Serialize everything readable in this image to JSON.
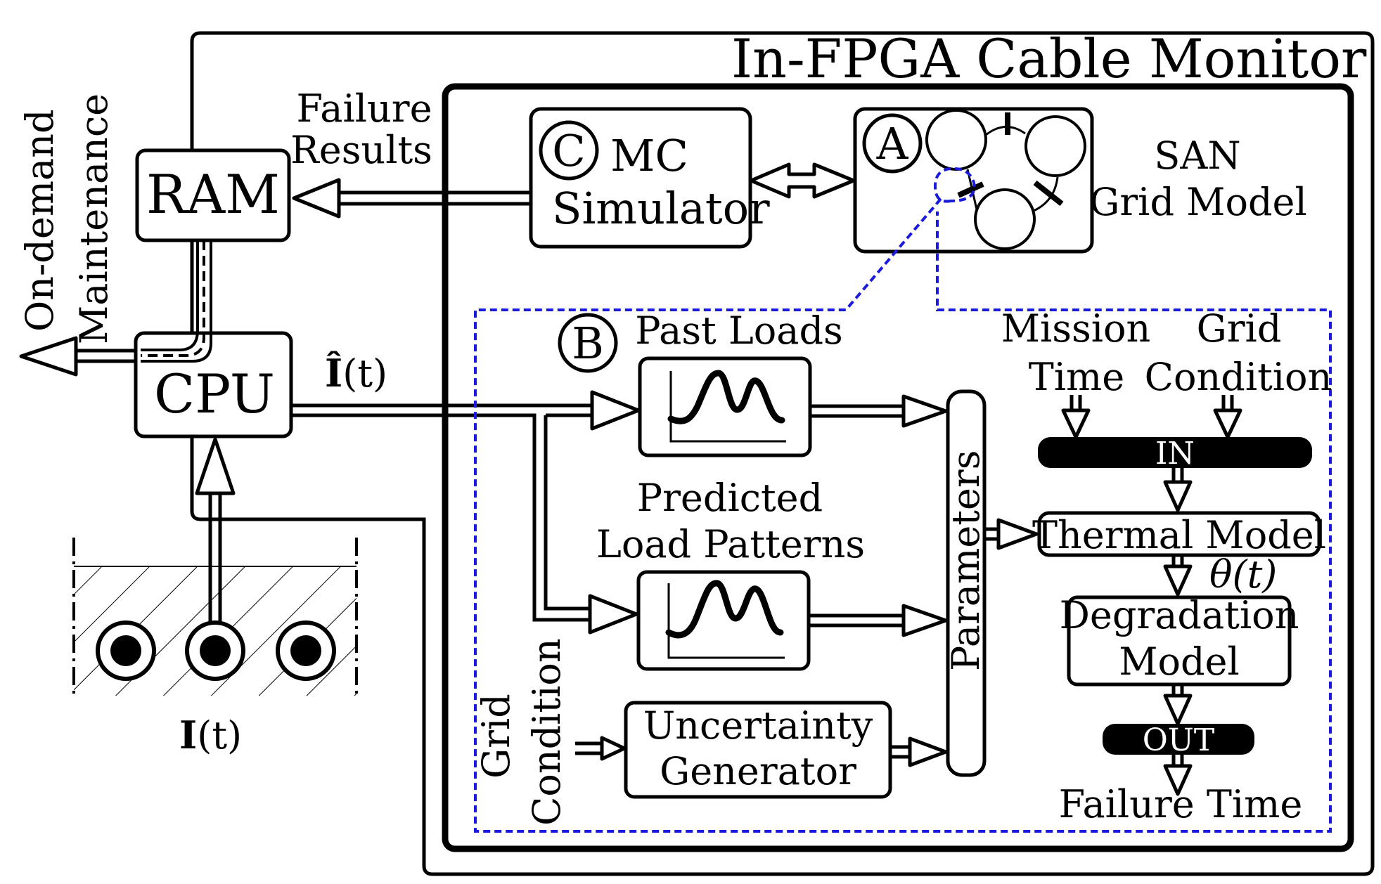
{
  "title": "In-FPGA Cable Monitor",
  "left": {
    "maintenance_line1": "On-demand",
    "maintenance_line2": "Maintenance",
    "ram": "RAM",
    "cpu": "CPU",
    "i_hat_bold": "Î",
    "i_hat_rest": "(t)",
    "i_bold": "I",
    "i_rest": "(t)",
    "failure_results_line1": "Failure",
    "failure_results_line2": "Results"
  },
  "module_c": {
    "badge": "C",
    "line1": "MC",
    "line2": "Simulator"
  },
  "module_a": {
    "badge": "A",
    "side_line1": "SAN",
    "side_line2": "Grid Model"
  },
  "module_b": {
    "badge": "B",
    "past_loads": "Past Loads",
    "predicted_line1": "Predicted",
    "predicted_line2": "Load Patterns",
    "uncertainty_line1": "Uncertainty",
    "uncertainty_line2": "Generator",
    "grid_condition_line1": "Grid",
    "grid_condition_line2": "Condition",
    "parameters": "Parameters"
  },
  "pipeline": {
    "mission_line1": "Mission",
    "mission_line2": "Time",
    "grid_line1": "Grid",
    "grid_line2": "Condition",
    "in": "IN",
    "thermal_model": "Thermal Model",
    "theta": "θ(t)",
    "degradation_line1": "Degradation",
    "degradation_line2": "Model",
    "out": "OUT",
    "failure_time": "Failure Time"
  },
  "colors": {
    "line": "#000000",
    "dashed_highlight": "#1a1adc",
    "background": "#ffffff"
  }
}
